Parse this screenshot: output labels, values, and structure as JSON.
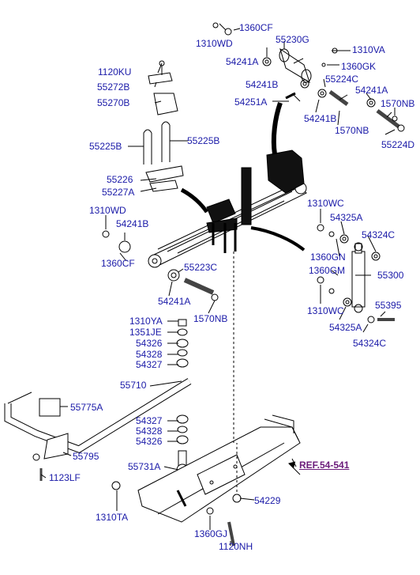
{
  "diagram": {
    "label_color": "#1a1aa8",
    "ref_color": "#6b1c7a",
    "labels": [
      {
        "id": "l1",
        "text": "1360CF"
      },
      {
        "id": "l2",
        "text": "1310WD"
      },
      {
        "id": "l3",
        "text": "55230G"
      },
      {
        "id": "l4",
        "text": "1310VA"
      },
      {
        "id": "l5",
        "text": "54241A"
      },
      {
        "id": "l6",
        "text": "1360GK"
      },
      {
        "id": "l7",
        "text": "55224C"
      },
      {
        "id": "l8",
        "text": "54241B"
      },
      {
        "id": "l9",
        "text": "54241A"
      },
      {
        "id": "l10",
        "text": "1570NB"
      },
      {
        "id": "l11",
        "text": "54251A"
      },
      {
        "id": "l12",
        "text": "54241B"
      },
      {
        "id": "l13",
        "text": "1570NB"
      },
      {
        "id": "l14",
        "text": "55224D"
      },
      {
        "id": "l15",
        "text": "1120KU"
      },
      {
        "id": "l16",
        "text": "55272B"
      },
      {
        "id": "l17",
        "text": "55270B"
      },
      {
        "id": "l18",
        "text": "55225B"
      },
      {
        "id": "l19",
        "text": "55225B"
      },
      {
        "id": "l20",
        "text": "55226"
      },
      {
        "id": "l21",
        "text": "55227A"
      },
      {
        "id": "l22",
        "text": "1310WD"
      },
      {
        "id": "l23",
        "text": "54241B"
      },
      {
        "id": "l24",
        "text": "1360CF"
      },
      {
        "id": "l25",
        "text": "55223C"
      },
      {
        "id": "l26",
        "text": "54241A"
      },
      {
        "id": "l27",
        "text": "1570NB"
      },
      {
        "id": "l28",
        "text": "1310WC"
      },
      {
        "id": "l29",
        "text": "54325A"
      },
      {
        "id": "l30",
        "text": "54324C"
      },
      {
        "id": "l31",
        "text": "1360GN"
      },
      {
        "id": "l32",
        "text": "1360GM"
      },
      {
        "id": "l33",
        "text": "55300"
      },
      {
        "id": "l34",
        "text": "1310WC"
      },
      {
        "id": "l35",
        "text": "55395"
      },
      {
        "id": "l36",
        "text": "54325A"
      },
      {
        "id": "l37",
        "text": "54324C"
      },
      {
        "id": "l38",
        "text": "1310YA"
      },
      {
        "id": "l39",
        "text": "1351JE"
      },
      {
        "id": "l40",
        "text": "54326"
      },
      {
        "id": "l41",
        "text": "54328"
      },
      {
        "id": "l42",
        "text": "54327"
      },
      {
        "id": "l43",
        "text": "55710"
      },
      {
        "id": "l44",
        "text": "55775A"
      },
      {
        "id": "l45",
        "text": "54327"
      },
      {
        "id": "l46",
        "text": "54328"
      },
      {
        "id": "l47",
        "text": "54326"
      },
      {
        "id": "l48",
        "text": "55795"
      },
      {
        "id": "l49",
        "text": "55731A"
      },
      {
        "id": "l50",
        "text": "1123LF"
      },
      {
        "id": "l51",
        "text": "54229"
      },
      {
        "id": "l52",
        "text": "1310TA"
      },
      {
        "id": "l53",
        "text": "1360GJ"
      },
      {
        "id": "l54",
        "text": "1120NH"
      }
    ],
    "reference": "REF.54-541"
  }
}
